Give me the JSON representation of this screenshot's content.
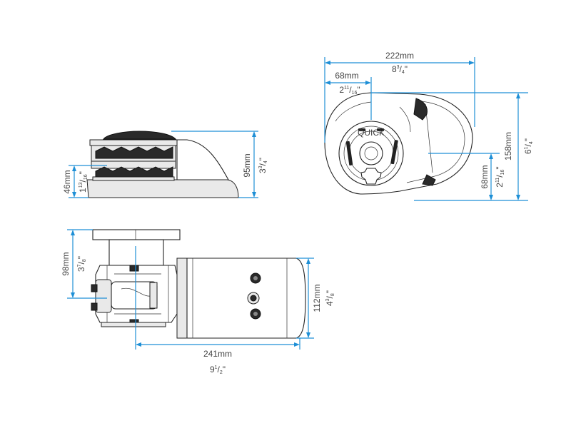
{
  "top_view": {
    "width_mm": "222mm",
    "width_in_whole": "8",
    "width_in_frac": "3",
    "width_in_den": "4",
    "width_in_q": "\"",
    "offset_mm": "68mm",
    "offset_in_whole": "2",
    "offset_in_frac": "11",
    "offset_in_den": "16",
    "offset_in_q": "\"",
    "depth_mm": "158mm",
    "depth_in_whole": "6",
    "depth_in_frac": "1",
    "depth_in_den": "4",
    "depth_in_q": "\"",
    "center_mm": "68mm",
    "center_in_whole": "2",
    "center_in_frac": "11",
    "center_in_den": "16",
    "center_in_q": "\"",
    "brand_text": "QUICK"
  },
  "side_view": {
    "height_mm": "95mm",
    "height_in_whole": "3",
    "height_in_frac": "3",
    "height_in_den": "4",
    "height_in_q": "\"",
    "base_mm": "46mm",
    "base_in_whole": "1",
    "base_in_frac": "13",
    "base_in_den": "16",
    "base_in_q": "\""
  },
  "bottom_view": {
    "below_mm": "98mm",
    "below_in_whole": "3",
    "below_in_frac": "7",
    "below_in_den": "8",
    "below_in_q": "\"",
    "motor_mm": "112mm",
    "motor_in_whole": "4",
    "motor_in_frac": "3",
    "motor_in_den": "8",
    "motor_in_q": "\"",
    "length_mm": "241mm",
    "length_in_whole": "9",
    "length_in_frac": "1",
    "length_in_den": "2",
    "length_in_q": "\""
  }
}
